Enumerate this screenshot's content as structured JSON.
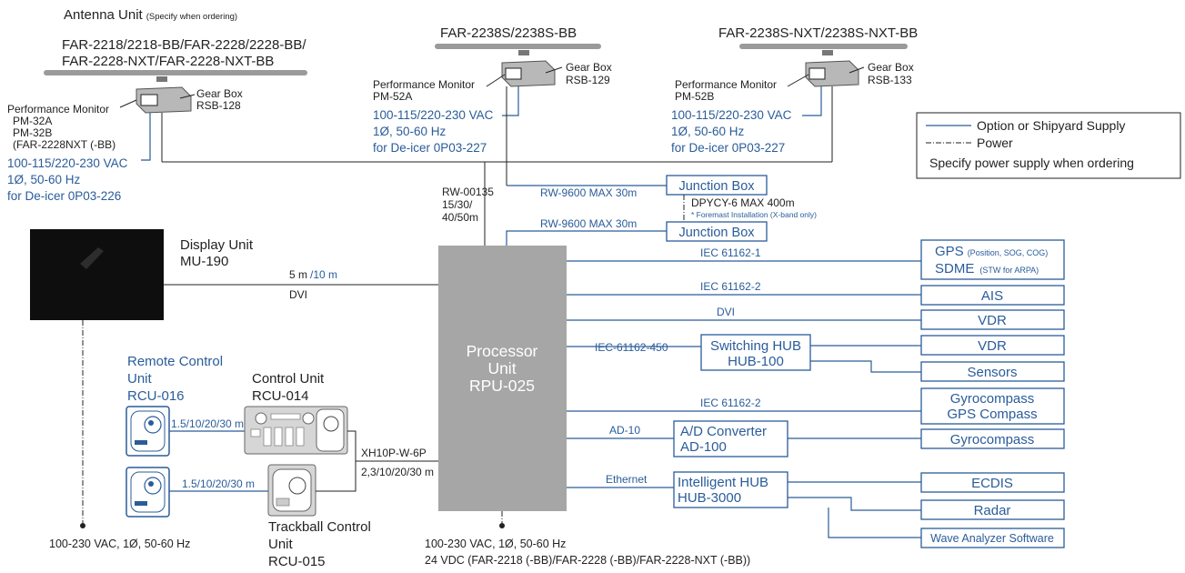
{
  "antenna": {
    "heading": "Antenna Unit",
    "heading_note": "(Specify when ordering)",
    "left": {
      "model_line1": "FAR-2218/2218-BB/FAR-2228/2228-BB/",
      "model_line2": "FAR-2228-NXT/FAR-2228-NXT-BB",
      "monitor_label": "Performance Monitor",
      "monitor_models": [
        "PM-32A",
        "PM-32B",
        "(FAR-2228NXT (-BB)"
      ],
      "gearbox_label": "Gear Box",
      "gearbox_model": "RSB-128",
      "power": [
        "100-115/220-230 VAC",
        "1Ø, 50-60 Hz",
        "for De-icer 0P03-226"
      ]
    },
    "middle": {
      "model": "FAR-2238S/2238S-BB",
      "monitor_label": "Performance Monitor",
      "monitor_model": "PM-52A",
      "gearbox_label": "Gear Box",
      "gearbox_model": "RSB-129",
      "power": [
        "100-115/220-230 VAC",
        "1Ø, 50-60 Hz",
        "for De-icer 0P03-227"
      ]
    },
    "right": {
      "model": "FAR-2238S-NXT/2238S-NXT-BB",
      "monitor_label": "Performance Monitor",
      "monitor_model": "PM-52B",
      "gearbox_label": "Gear Box",
      "gearbox_model": "RSB-133",
      "power": [
        "100-115/220-230 VAC",
        "1Ø, 50-60 Hz",
        "for De-icer 0P03-227"
      ]
    }
  },
  "legend": {
    "option": "Option or Shipyard Supply",
    "power": "Power",
    "note": "Specify power supply when ordering"
  },
  "cable_rw00135": [
    "RW-00135",
    "15/30/",
    "40/50m"
  ],
  "junction_box": {
    "label": "Junction Box",
    "cable_top": "RW-9600 MAX 30m",
    "cable_bottom": "RW-9600 MAX 30m",
    "link": "DPYCY-6 MAX 400m",
    "link_note": "* Foremast Installation (X-band only)"
  },
  "display": {
    "label": "Display Unit",
    "model": "MU-190",
    "cable_len": "5 m",
    "cable_opt": "/10 m",
    "cable_type": "DVI",
    "power": "100-230 VAC, 1Ø, 50-60 Hz"
  },
  "processor": {
    "label_lines": [
      "Processor",
      "Unit",
      "RPU-025"
    ],
    "power_lines": [
      "100-230 VAC, 1Ø, 50-60 Hz",
      "24 VDC (FAR-2218 (-BB)/FAR-2228 (-BB)/FAR-2228-NXT (-BB))"
    ]
  },
  "remote_control": {
    "label": [
      "Remote Control",
      "Unit",
      "RCU-016"
    ],
    "cable": "1.5/10/20/30 m"
  },
  "control_unit": {
    "label": [
      "Control Unit",
      "RCU-014"
    ]
  },
  "trackball": {
    "label": [
      "Trackball Control",
      "Unit",
      "RCU-015"
    ],
    "cable": "1.5/10/20/30 m"
  },
  "control_cable": {
    "type": "XH10P-W-6P",
    "length": "2,3/10/20/30 m"
  },
  "outputs": {
    "iec1": "IEC 61162-1",
    "gps": "GPS",
    "gps_note": "(Position, SOG, COG)",
    "sdme": "SDME",
    "sdme_note": "(STW for ARPA)",
    "iec2a": "IEC 61162-2",
    "ais": "AIS",
    "dvi": "DVI",
    "vdr1": "VDR",
    "iec450": "IEC-61162-450",
    "switch_hub": [
      "Switching HUB",
      "HUB-100"
    ],
    "vdr2": "VDR",
    "sensors": "Sensors",
    "iec2b": "IEC 61162-2",
    "gyro_gps": [
      "Gyrocompass",
      "GPS Compass"
    ],
    "ad10": "AD-10",
    "ad_converter": [
      "A/D Converter",
      "AD-100"
    ],
    "gyro": "Gyrocompass",
    "ethernet": "Ethernet",
    "intelligent_hub": [
      "Intelligent HUB",
      "HUB-3000"
    ],
    "ecdis": "ECDIS",
    "radar": "Radar",
    "wave": "Wave Analyzer Software"
  },
  "colors": {
    "accent": "#2a5c9a",
    "processor": "#a6a6a6",
    "display": "#0e0e0e"
  }
}
